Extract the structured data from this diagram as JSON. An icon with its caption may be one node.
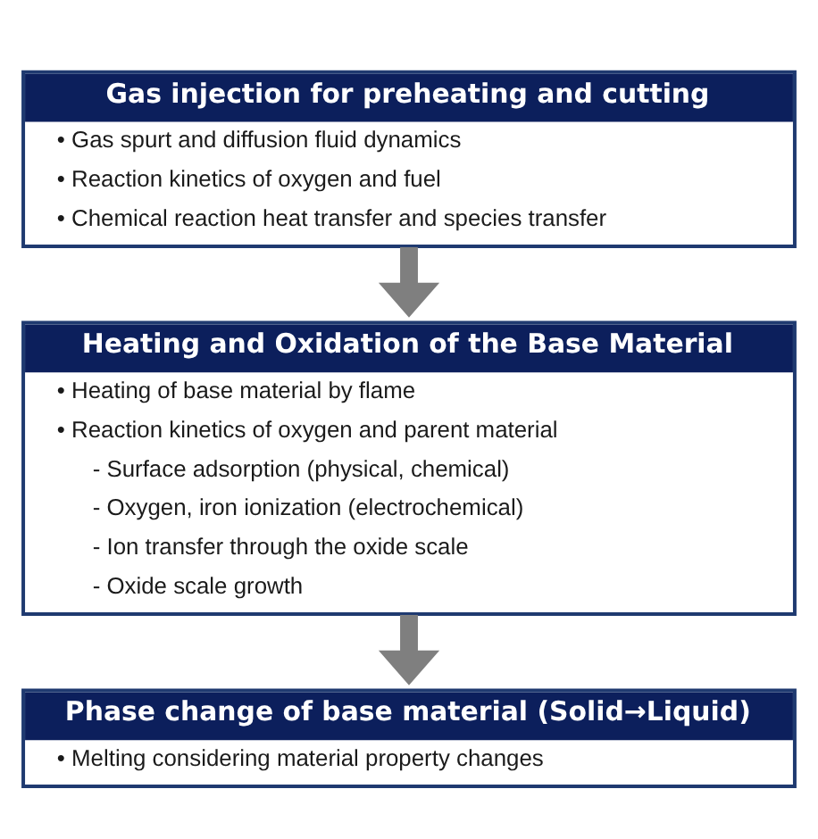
{
  "diagram": {
    "nodes": [
      {
        "text": [
          "Gas injection for preheating and cutting",
          "• Gas spurt and diffusion fluid dynamics",
          "• Reaction kinetics of oxygen and fuel",
          "• Chemical reaction heat transfer and species transfer"
        ]
      },
      {
        "text": [
          "Heating and Oxidation of the Base Material",
          "• Heating of base material by flame",
          "• Reaction kinetics of oxygen and parent material",
          "- Surface adsorption (physical, chemical)",
          "- Oxygen, iron ionization (electrochemical)",
          "- Ion transfer through the oxide scale",
          "- Oxide scale growth"
        ]
      },
      {
        "text": [
          "Phase change of base material (Solid→Liquid)",
          "• Melting considering material property changes"
        ]
      }
    ],
    "edges": [
      {
        "from": 0,
        "to": 1,
        "arrow": "to"
      },
      {
        "from": 1,
        "to": 2,
        "arrow": "to"
      }
    ]
  }
}
